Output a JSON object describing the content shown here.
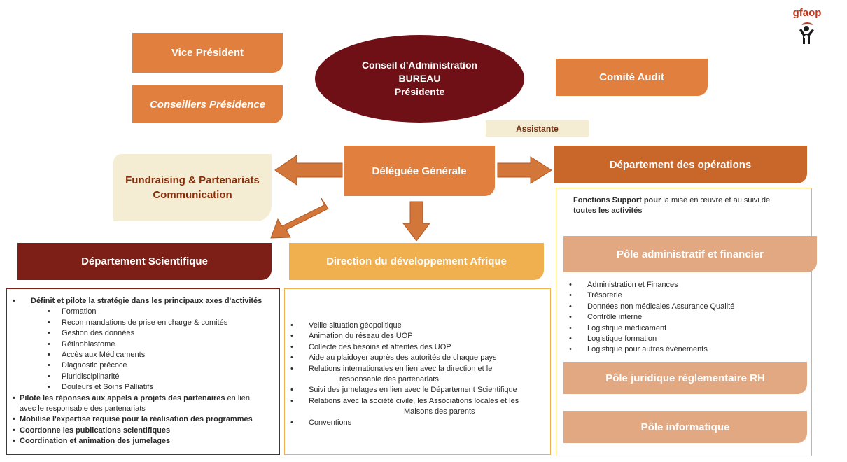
{
  "logo": {
    "text": "gfaop"
  },
  "vice_president": "Vice Président",
  "conseillers": "Conseillers Présidence",
  "conseil": {
    "line1": "Conseil d'Administration",
    "line2": "BUREAU",
    "line3": "Présidente"
  },
  "comite_audit": "Comité Audit",
  "assistante": "Assistante",
  "deleguee": "Déléguée Générale",
  "fundraising": {
    "line1": "Fundraising & Partenariats",
    "line2": "Communication"
  },
  "dept_operations": {
    "title": "Département des opérations",
    "intro_bold": "Fonctions Support pour",
    "intro_rest": " la mise en œuvre et au suivi de",
    "intro_line2": "toutes les activités",
    "pole_admin": "Pôle administratif et financier",
    "admin_items": [
      "Administration et Finances",
      "Trésorerie",
      "Données non médicales Assurance Qualité",
      "Contrôle interne",
      "Logistique médicament",
      "Logistique formation",
      "Logistique pour autres événements"
    ],
    "pole_juridique": "Pôle juridique réglementaire RH",
    "pole_info": "Pôle informatique"
  },
  "dept_scientifique": {
    "title": "Département Scientifique",
    "item1": "Définit et pilote la stratégie dans les principaux axes d'activités",
    "subitems": [
      "Formation",
      "Recommandations de prise en charge & comités",
      "Gestion des données",
      "Rétinoblastome",
      "Accès aux Médicaments",
      "Diagnostic précoce",
      "Pluridisciplinarité",
      "Douleurs et Soins Palliatifs"
    ],
    "item2_bold": "Pilote les réponses aux appels à projets des partenaires",
    "item2_rest": " en lien",
    "item2_line2": "avec  le responsable des partenariats",
    "item3": "Mobilise l'expertise requise pour la réalisation des programmes",
    "item4": "Coordonne les publications scientifiques",
    "item5": "Coordination et animation des jumelages"
  },
  "direction_afrique": {
    "title": "Direction du développement Afrique",
    "item1": "Veille situation géopolitique",
    "item2": "Animation du réseau des UOP",
    "item3": "Collecte des besoins et attentes des UOP",
    "item4": "Aide au plaidoyer auprès des autorités de chaque pays",
    "item5": "Relations internationales en lien avec la direction et le",
    "item5_cont": "responsable des partenariats",
    "item6": "Suivi des jumelages en lien avec le Département Scientifique",
    "item7": "Relations avec la société civile,  les Associations locales et les",
    "item7_cont": "Maisons des parents",
    "item8": "Conventions"
  },
  "colors": {
    "orange": "#e07f3e",
    "dark_red": "#6e1015",
    "cream": "#f4ecd3",
    "dept_scientifique": "#7d1f17",
    "direction_afrique": "#f1b04f",
    "operations": "#c96629",
    "pole": "#e2a882"
  }
}
